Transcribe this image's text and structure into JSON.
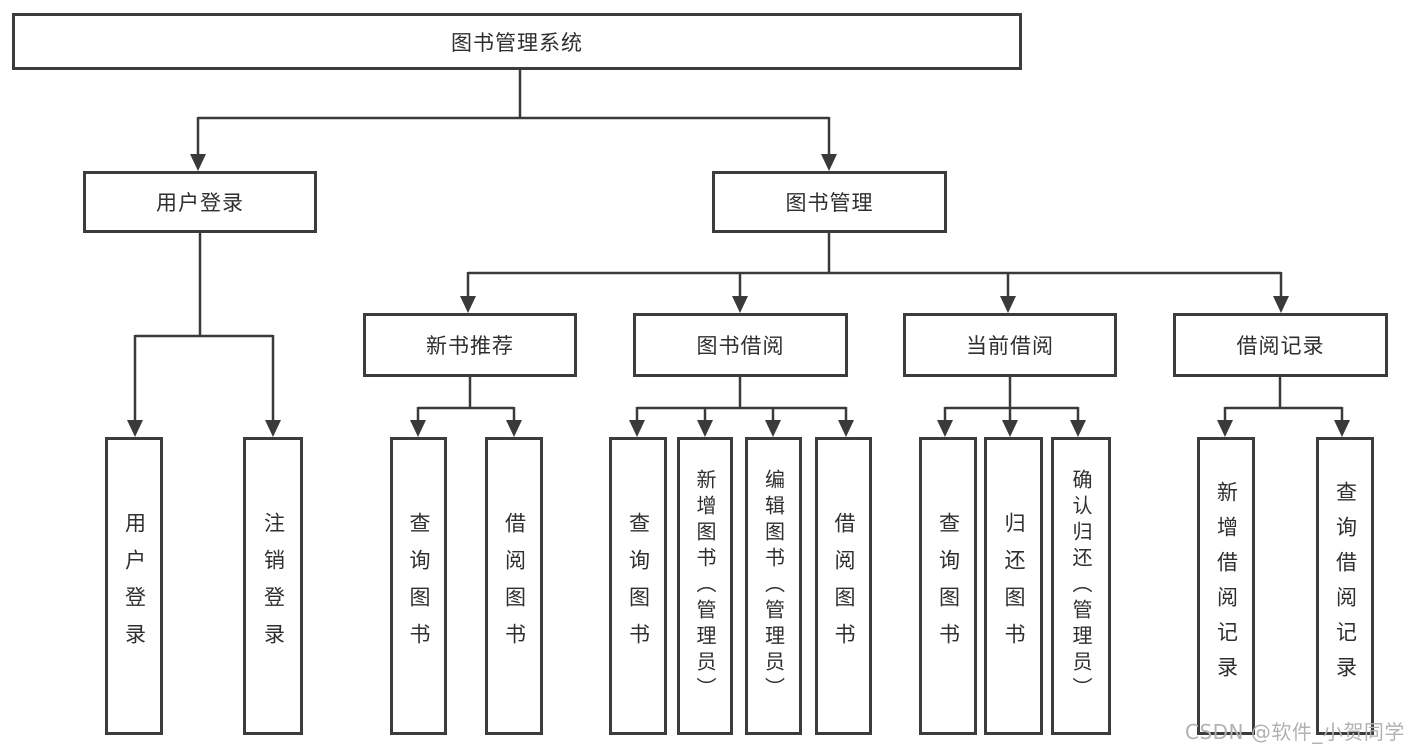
{
  "diagram": {
    "type": "hierarchy-tree",
    "tree": {
      "label": "图书管理系统",
      "children": [
        {
          "label": "用户登录",
          "children": [
            {
              "label": "用户登录"
            },
            {
              "label": "注销登录"
            }
          ]
        },
        {
          "label": "图书管理",
          "children": [
            {
              "label": "新书推荐",
              "children": [
                {
                  "label": "查询图书"
                },
                {
                  "label": "借阅图书"
                }
              ]
            },
            {
              "label": "图书借阅",
              "children": [
                {
                  "label": "查询图书"
                },
                {
                  "label": "新增图书（管理员）"
                },
                {
                  "label": "编辑图书（管理员）"
                },
                {
                  "label": "借阅图书"
                }
              ]
            },
            {
              "label": "当前借阅",
              "children": [
                {
                  "label": "查询图书"
                },
                {
                  "label": "归还图书"
                },
                {
                  "label": "确认归还（管理员）"
                }
              ]
            },
            {
              "label": "借阅记录",
              "children": [
                {
                  "label": "新增借阅记录"
                },
                {
                  "label": "查询借阅记录"
                }
              ]
            }
          ]
        }
      ]
    },
    "colors": {
      "line": "#3a3a3a",
      "box_border": "#3c3c3c",
      "box_background": "#ffffff",
      "text": "#2f2f2f",
      "watermark": "#b2b2b2"
    }
  },
  "watermark": "CSDN @软件_小贺同学"
}
